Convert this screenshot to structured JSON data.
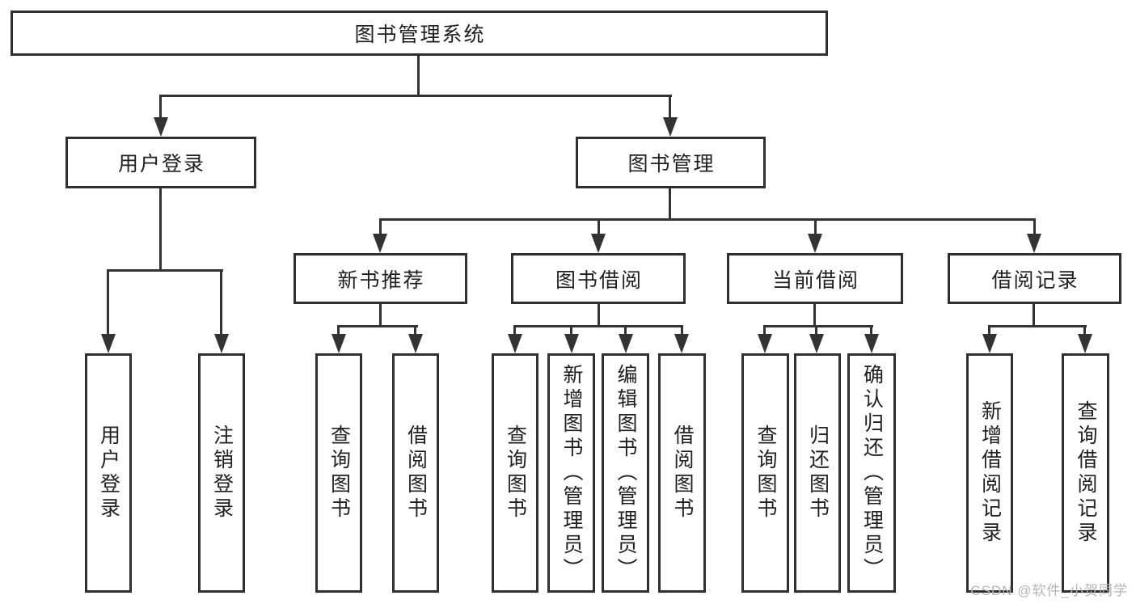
{
  "diagram": {
    "title": "图书管理系统",
    "root": {
      "label": "图书管理系统"
    },
    "branches": [
      {
        "label": "用户登录",
        "children": [
          {
            "label": "用户登录"
          },
          {
            "label": "注销登录"
          }
        ]
      },
      {
        "label": "图书管理",
        "children": [
          {
            "label": "新书推荐",
            "children": [
              {
                "label": "查询图书"
              },
              {
                "label": "借阅图书"
              }
            ]
          },
          {
            "label": "图书借阅",
            "children": [
              {
                "label": "查询图书"
              },
              {
                "label": "新增图书（管理员）"
              },
              {
                "label": "编辑图书（管理员）"
              },
              {
                "label": "借阅图书"
              }
            ]
          },
          {
            "label": "当前借阅",
            "children": [
              {
                "label": "查询图书"
              },
              {
                "label": "归还图书"
              },
              {
                "label": "确认归还（管理员）"
              }
            ]
          },
          {
            "label": "借阅记录",
            "children": [
              {
                "label": "新增借阅记录"
              },
              {
                "label": "查询借阅记录"
              }
            ]
          }
        ]
      }
    ]
  },
  "watermark": {
    "text": "CSDN @软件_小贺同学"
  },
  "colors": {
    "line": "#333333",
    "box_border": "#2f2f2f",
    "text": "#1f1f1f",
    "watermark": "#b5b5b8",
    "background": "#ffffff"
  }
}
